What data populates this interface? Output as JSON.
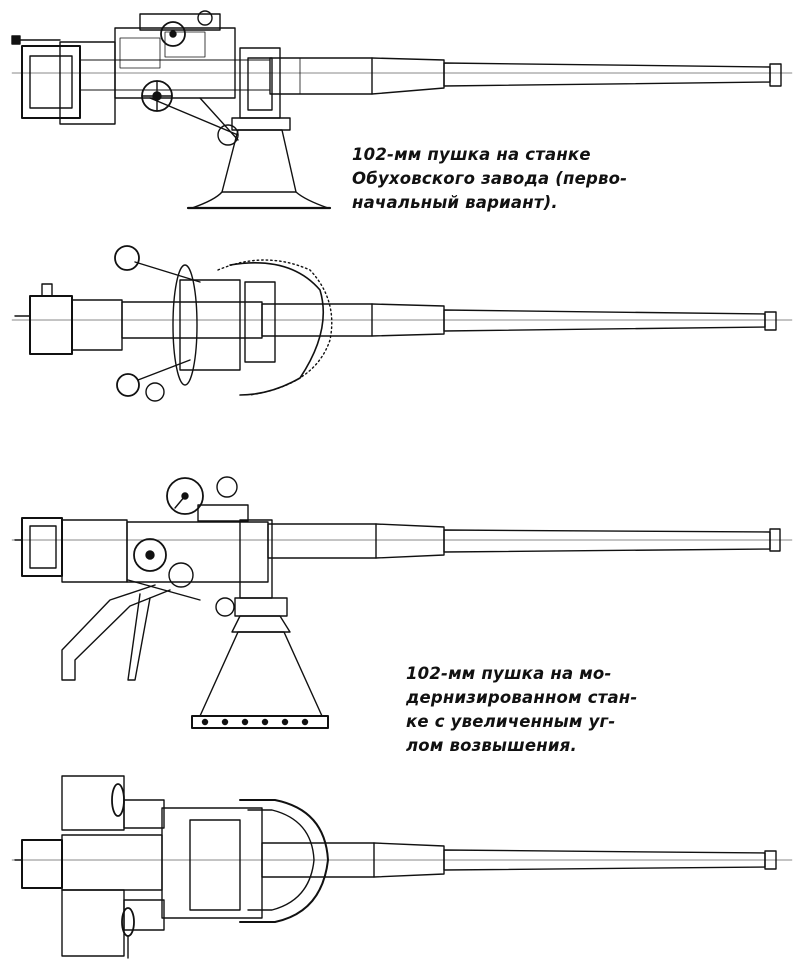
{
  "captions": {
    "original_mount": {
      "lines": [
        "102-мм пушка на станке",
        "Обуховского завода (перво-",
        "начальный вариант)."
      ]
    },
    "modernized_mount": {
      "lines": [
        "102-мм пушка на мо-",
        "дернизированном стан-",
        "ке с увеличенным уг-",
        "лом возвышения."
      ]
    }
  },
  "drawing": {
    "ink_color": "#111111",
    "paper_color": "#ffffff",
    "views": [
      "original-side-view",
      "original-top-view",
      "modernized-side-view",
      "modernized-top-view"
    ]
  }
}
